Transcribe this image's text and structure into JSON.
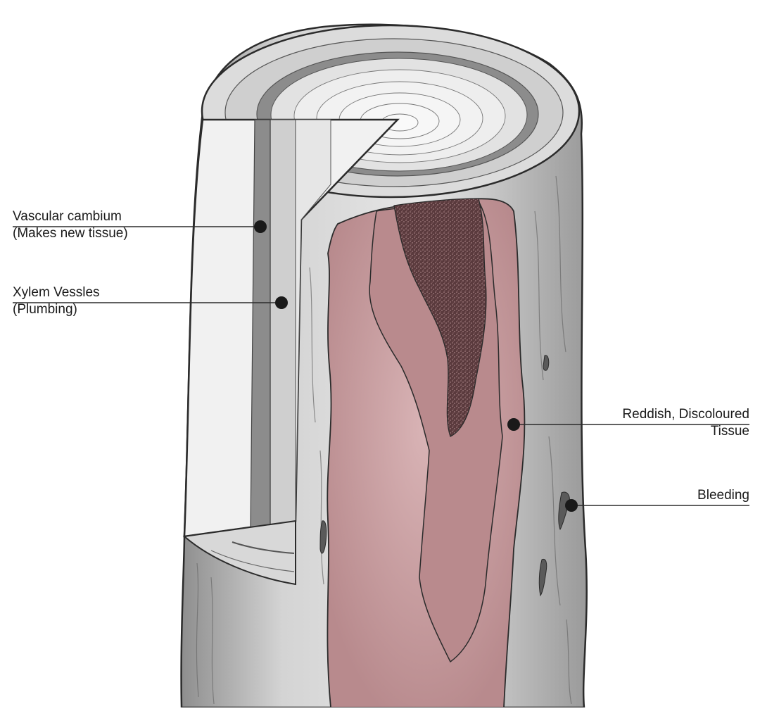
{
  "labels": {
    "vascular_cambium": {
      "line1": "Vascular cambium",
      "line2": "(Makes new tissue)"
    },
    "xylem_vessels": {
      "line1": "Xylem Vessles",
      "line2": "(Plumbing)"
    },
    "discoloured_tissue": {
      "line1": "Reddish, Discoloured",
      "line2": "Tissue"
    },
    "bleeding": {
      "line1": "Bleeding"
    }
  },
  "colors": {
    "bark": "#c9c9c9",
    "wood": "#f1f1f1",
    "cambium": "#8c8c8c",
    "xylem": "#cfcfcf",
    "discoloured": "#c9a3a5",
    "discoloured_dark": "#7e5558",
    "outline": "#2b2b2b"
  }
}
